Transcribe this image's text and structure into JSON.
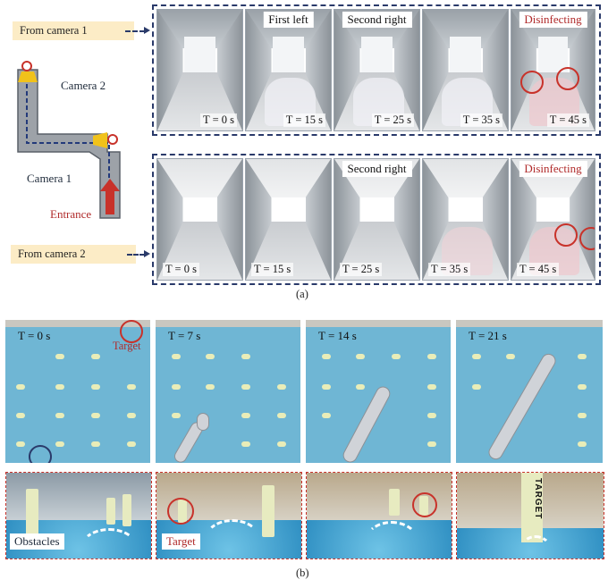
{
  "left_labels": {
    "from_camera_1": "From camera 1",
    "from_camera_2": "From camera 2",
    "camera_1": "Camera 1",
    "camera_2": "Camera 2",
    "entrance": "Entrance"
  },
  "row1": {
    "frames": [
      {
        "title": "",
        "time": "T = 0 s"
      },
      {
        "title": "First left",
        "time": "T = 15 s"
      },
      {
        "title": "Second right",
        "time": "T = 25 s"
      },
      {
        "title": "",
        "time": "T = 35 s"
      },
      {
        "title": "Disinfecting",
        "time": "T = 45 s"
      }
    ]
  },
  "row2": {
    "frames": [
      {
        "title": "",
        "time": "T = 0 s"
      },
      {
        "title": "",
        "time": "T = 15 s"
      },
      {
        "title": "Second right",
        "time": "T = 25 s"
      },
      {
        "title": "",
        "time": "T = 35 s"
      },
      {
        "title": "Disinfecting",
        "time": "T = 45 s"
      }
    ]
  },
  "caption_a": "(a)",
  "pool_row": {
    "frames": [
      {
        "time": "T = 0 s"
      },
      {
        "time": "T = 7 s"
      },
      {
        "time": "T = 14 s"
      },
      {
        "time": "T = 21 s"
      }
    ],
    "target_label": "Target"
  },
  "photo_row": {
    "obstacles_label": "Obstacles",
    "target_label": "Target",
    "target_sign": "TARGET"
  },
  "caption_b": "(b)",
  "colors": {
    "accent_red": "#b02a2a",
    "frame_blue": "#2a3a6a",
    "label_bg": "#fcecc6"
  }
}
